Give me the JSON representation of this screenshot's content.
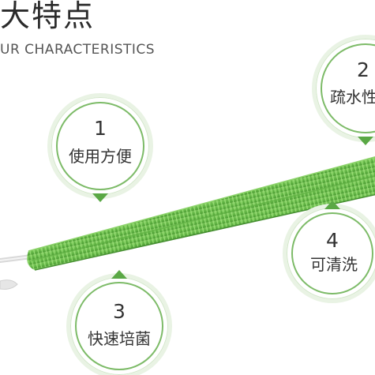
{
  "header": {
    "title": "大特点",
    "subtitle": "UR CHARACTERISTICS"
  },
  "features": [
    {
      "number": "1",
      "label": "使用方便"
    },
    {
      "number": "2",
      "label": "疏水性"
    },
    {
      "number": "3",
      "label": "快速培菌"
    },
    {
      "number": "4",
      "label": "可清洗"
    }
  ],
  "colors": {
    "accent_green": "#5aa845",
    "bristle_green": "#6fc24f",
    "ring_green": "#7dbb68",
    "text": "#333333"
  }
}
